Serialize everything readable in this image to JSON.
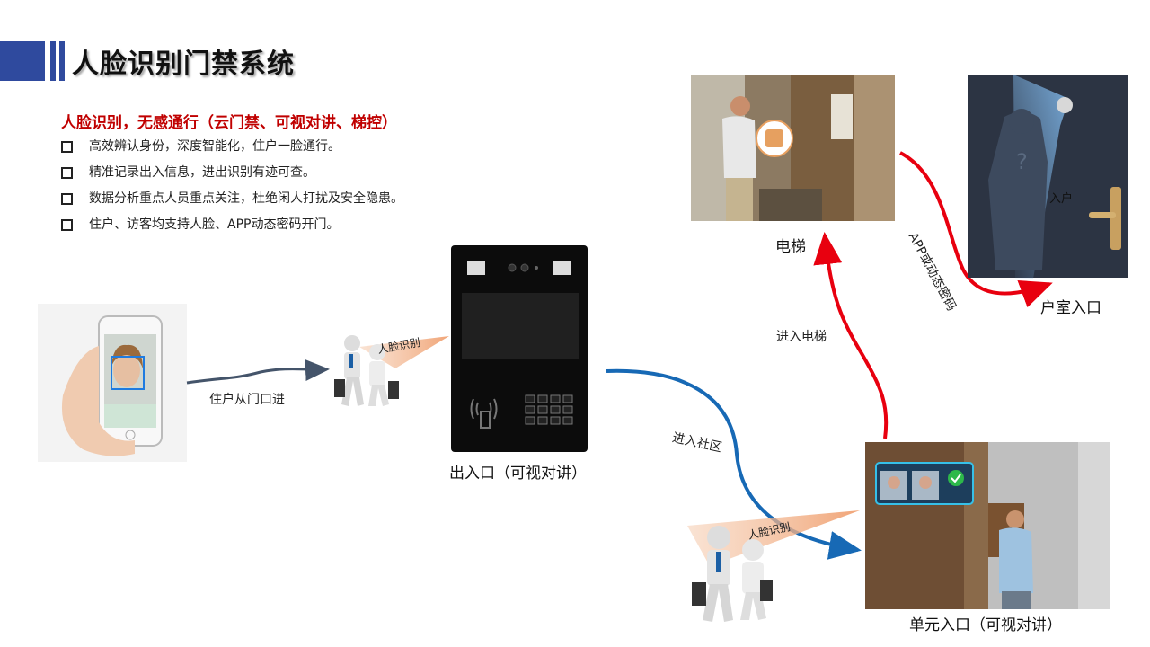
{
  "header": {
    "title": "人脸识别门禁系统"
  },
  "features": {
    "subtitle": "人脸识别，无感通行（云门禁、可视对讲、梯控）",
    "items": [
      "高效辨认身份，深度智能化，住户一脸通行。",
      "精准记录出入信息，进出识别有迹可查。",
      "数据分析重点人员重点关注，杜绝闲人打扰及安全隐患。",
      "住户、访客均支持人脸、APP动态密码开门。"
    ]
  },
  "flow": {
    "resident_entry": "住户从门口进",
    "face_recognition_1": "人脸识别",
    "gate_caption": "出入口（可视对讲）",
    "enter_community": "进入社区",
    "face_recognition_2": "人脸识别",
    "unit_caption": "单元入口（可视对讲）",
    "enter_elevator": "进入电梯",
    "elevator_caption": "电梯",
    "app_or_password": "APP或动态密码",
    "home_caption": "户室入口",
    "home_in": "入户"
  },
  "colors": {
    "accent": "#2f4a9e",
    "highlight": "#c00000",
    "red_arrow": "#e8000f",
    "blue_arrow": "#1769b5",
    "gray_arrow": "#44546a"
  }
}
